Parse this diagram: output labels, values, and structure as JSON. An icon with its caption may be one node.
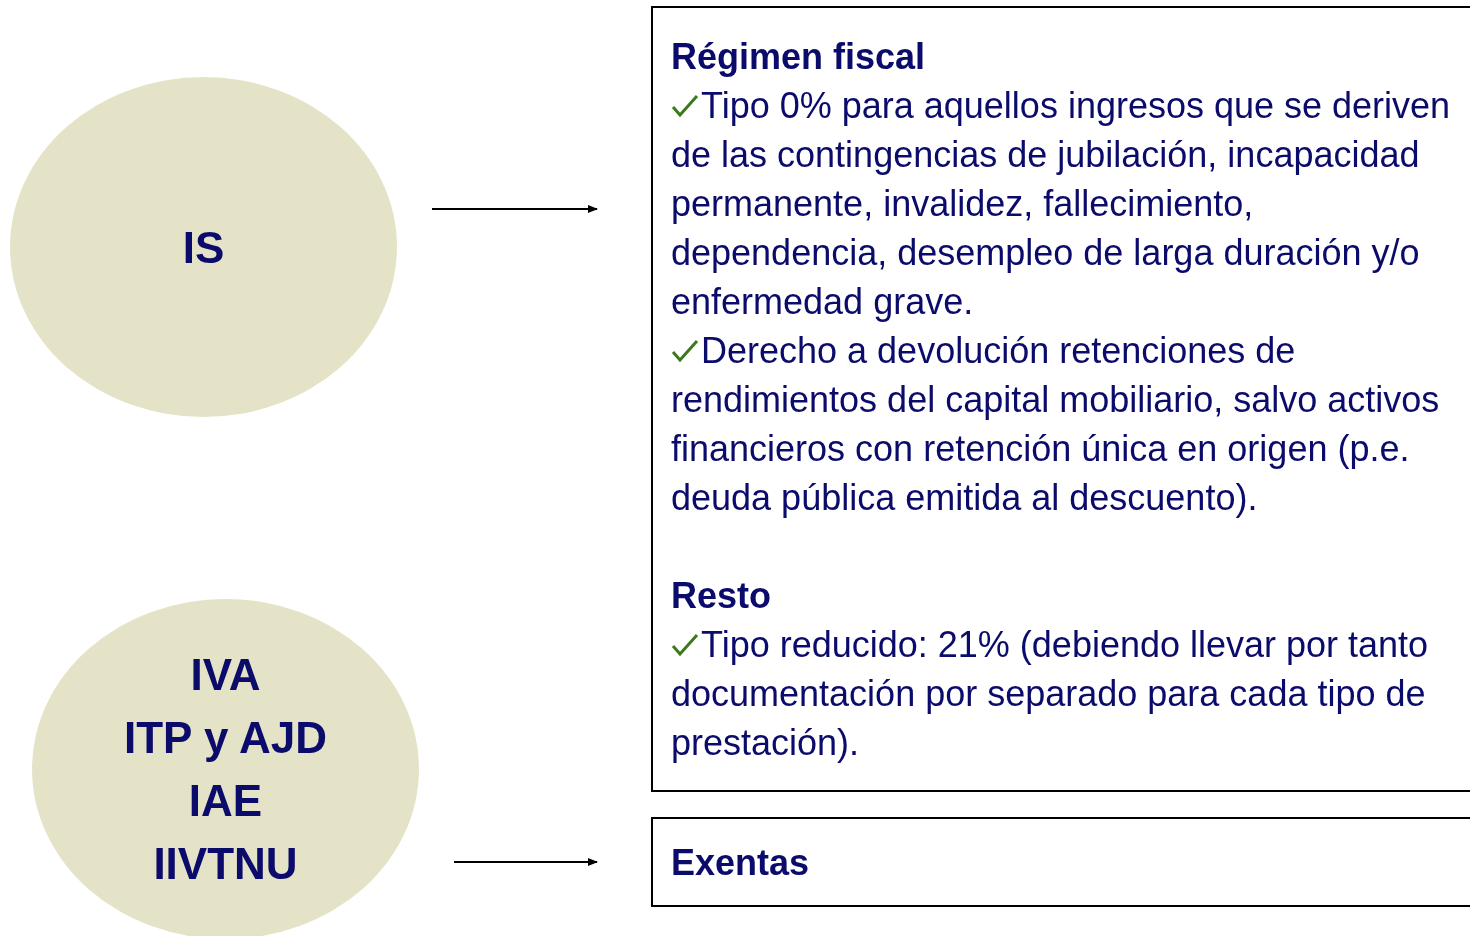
{
  "diagram": {
    "nodes": [
      {
        "text": [
          "IS"
        ]
      },
      {
        "text": [
          "IVA",
          "ITP y AJD",
          "IAE",
          "IIVTNU"
        ]
      },
      {
        "text": [
          "Régimen fiscal",
          "Tipo 0% para aquellos ingresos que se deriven de las contingencias de jubilación, incapacidad permanente, invalidez, fallecimiento, dependencia, desempleo de larga duración y/o enfermedad grave.",
          "Derecho a devolución retenciones de rendimientos del capital mobiliario, salvo activos financieros con retención única en origen (p.e. deuda pública emitida al descuento).",
          "Resto",
          "Tipo reducido: 21% (debiendo llevar por tanto documentación por separado para cada tipo de prestación)."
        ]
      },
      {
        "text": [
          "Exentas"
        ]
      }
    ],
    "edges": [
      {
        "from": 0,
        "to": 2,
        "arrow": "to"
      },
      {
        "from": 1,
        "to": 3,
        "arrow": "to"
      }
    ]
  }
}
